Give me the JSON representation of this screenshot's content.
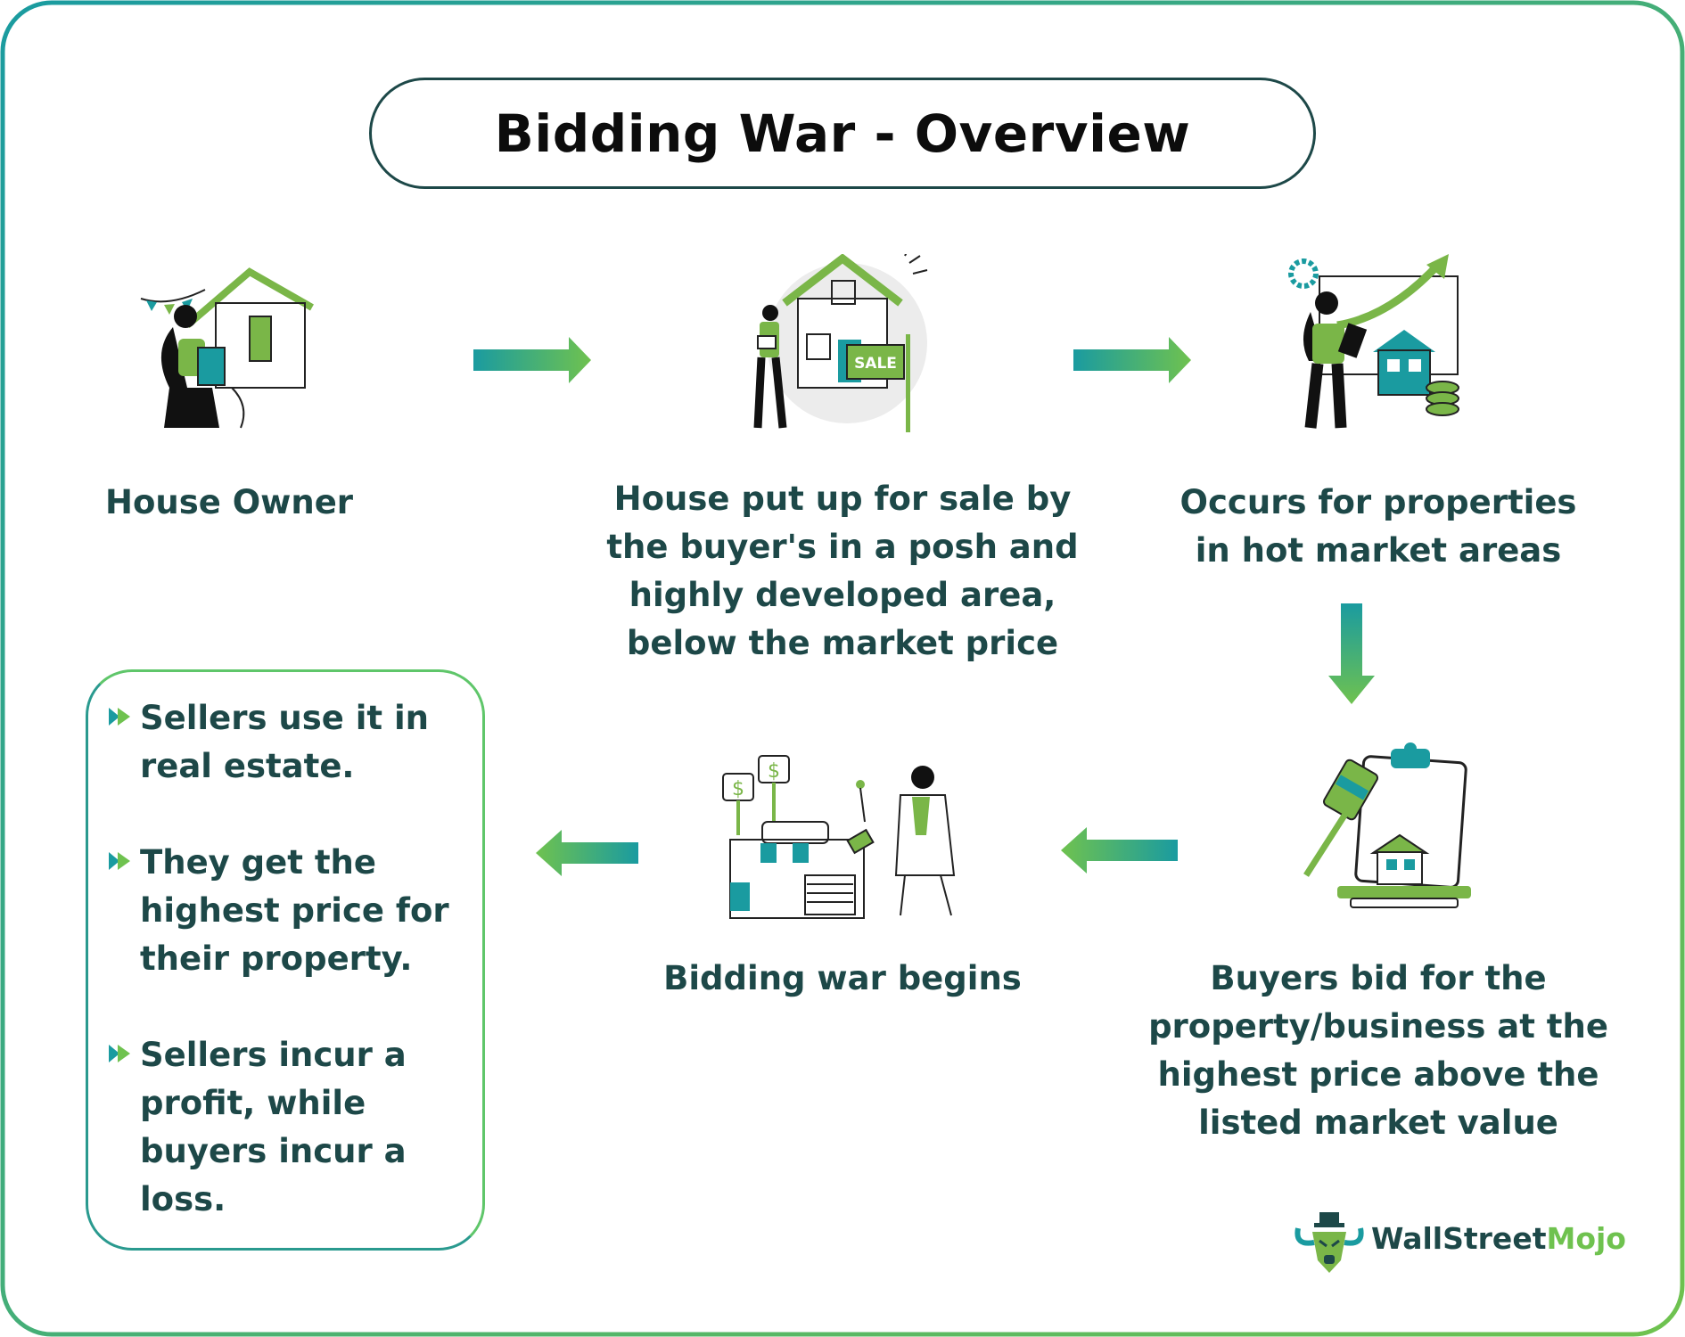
{
  "title": "Bidding War - Overview",
  "colors": {
    "dark_teal": "#1d4848",
    "teal": "#1a9ba0",
    "green": "#6fc24f",
    "illustration_green": "#7ab648"
  },
  "steps": [
    {
      "label": "House Owner",
      "icon": "woman-holding-clipboard-by-house-icon"
    },
    {
      "label": "House put up for sale by the buyer's in a posh and highly developed area, below the market price",
      "lines": [
        "House put up for sale by",
        "the buyer's in a posh and",
        "highly developed area,",
        "below the market price"
      ],
      "icon": "house-for-sale-sign-icon"
    },
    {
      "label": "Occurs for properties in hot market areas",
      "lines": [
        "Occurs for properties",
        "in hot market areas"
      ],
      "icon": "woman-with-tablet-and-rising-chart-icon"
    },
    {
      "label": "Buyers bid for the property/business at the highest price above the listed market value",
      "lines": [
        "Buyers bid for the",
        "property/business at the",
        "highest price above the",
        "listed market value"
      ],
      "icon": "auction-gavel-house-clipboard-icon"
    },
    {
      "label": "Bidding war begins",
      "icon": "man-bidding-with-dollar-signs-icon"
    }
  ],
  "bullets": [
    {
      "lines": [
        "Sellers use it in",
        "real estate."
      ]
    },
    {
      "lines": [
        "They get the",
        "highest price for",
        "their property."
      ]
    },
    {
      "lines": [
        "Sellers incur a",
        "profit, while",
        "buyers incur a",
        "loss."
      ]
    }
  ],
  "logo": {
    "part1": "WallStreet",
    "part2": "Mojo",
    "icon": "bull-head-logo-icon"
  }
}
